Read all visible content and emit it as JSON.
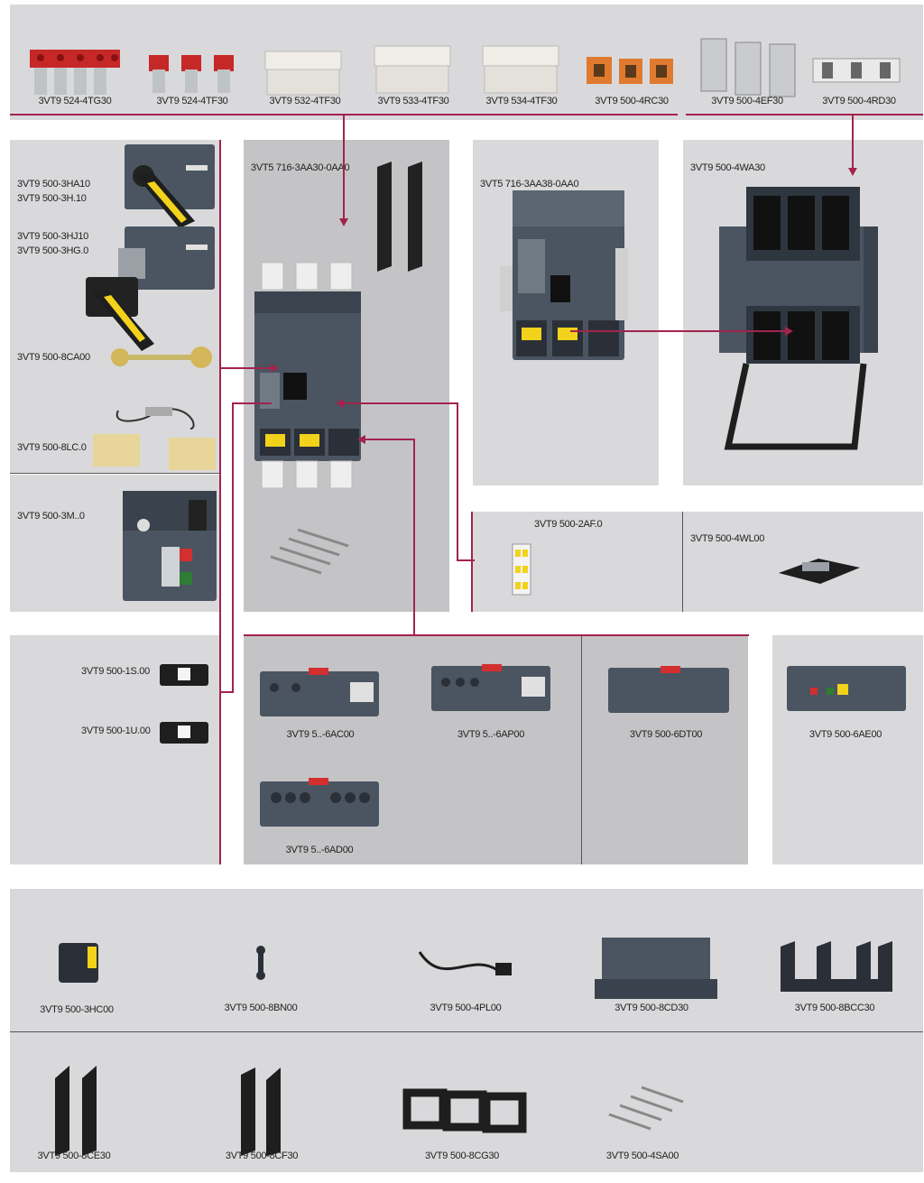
{
  "top_row": {
    "items": [
      "3VT9 524-4TG30",
      "3VT9 524-4TF30",
      "3VT9 532-4TF30",
      "3VT9 533-4TF30",
      "3VT9 534-4TF30",
      "3VT9 500-4RC30",
      "3VT9 500-4EF30",
      "3VT9 500-4RD30"
    ]
  },
  "left_column": {
    "handle_a": [
      "3VT9 500-3HA10",
      "3VT9 500-3H.10"
    ],
    "handle_b": [
      "3VT9 500-3HJ10",
      "3VT9 500-3HG.0"
    ],
    "interlock": "3VT9 500-8CA00",
    "bowden": "3VT9 500-8LC.0",
    "motor_operator": "3VT9 500-3M..0"
  },
  "breakers": {
    "fixed": "3VT5 716-3AA30-0AA0",
    "plugin": "3VT5 716-3AA38-0AA0",
    "withdrawable": "3VT9 500-4WA30"
  },
  "accessories_mid": {
    "auxiliary_switch": "3VT9 500-2AF.0",
    "withdrawable_lock": "3VT9 500-4WL00"
  },
  "shunt_releases": {
    "shunt_1": "3VT9 500-1S.00",
    "shunt_2": "3VT9 500-1U.00"
  },
  "trip_units": {
    "ac": "3VT9 5..-6AC00",
    "ap": "3VT9 5..-6AP00",
    "dt": "3VT9 500-6DT00",
    "ad": "3VT9 5..-6AD00",
    "ae": "3VT9 500-6AE00"
  },
  "bottom_row_1": [
    "3VT9 500-3HC00",
    "3VT9 500-8BN00",
    "3VT9 500-4PL00",
    "3VT9 500-8CD30",
    "3VT9 500-8BCC30"
  ],
  "bottom_row_2": [
    "3VT9 500-8CE30",
    "3VT9 500-8CF30",
    "3VT9 500-8CG30",
    "3VT9 500-4SA00"
  ],
  "colors": {
    "panel": "#d9d9db",
    "panel_dark": "#c4c4c6",
    "connector": "#a3234e",
    "device_body": "#4a5561",
    "accent_red": "#d32f2f",
    "accent_orange": "#e07a2e",
    "accent_yellow": "#f2d21b"
  }
}
